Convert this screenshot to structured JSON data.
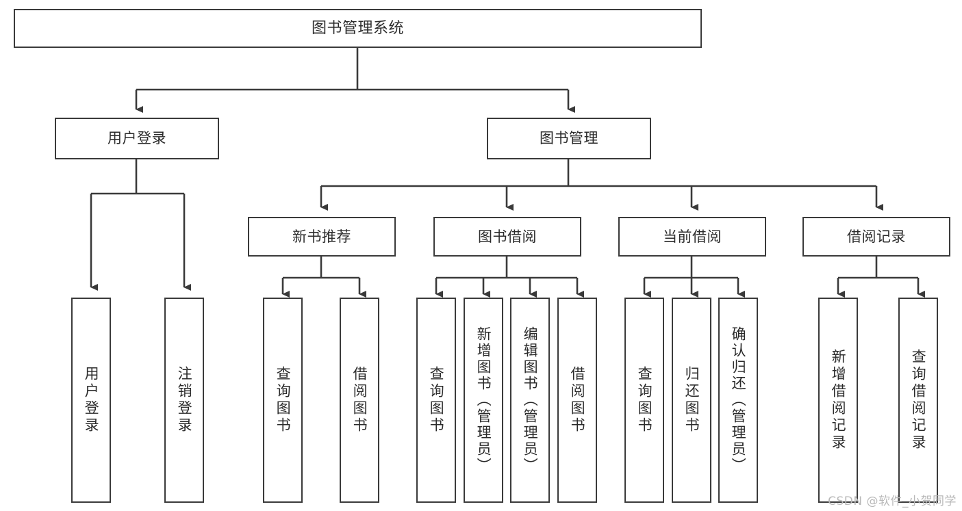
{
  "diagram": {
    "title_node": {
      "label": "图书管理系统"
    },
    "level2": [
      {
        "id": "user-login",
        "label": "用户登录"
      },
      {
        "id": "book-management",
        "label": "图书管理"
      }
    ],
    "level3": [
      {
        "id": "new-book-recommend",
        "label": "新书推荐"
      },
      {
        "id": "book-borrow",
        "label": "图书借阅"
      },
      {
        "id": "current-borrow",
        "label": "当前借阅"
      },
      {
        "id": "borrow-record",
        "label": "借阅记录"
      }
    ],
    "leaves": [
      {
        "id": "leaf-user-login",
        "label": "用户登录",
        "parent": "user-login"
      },
      {
        "id": "leaf-logout-login",
        "label": "注销登录",
        "parent": "user-login"
      },
      {
        "id": "leaf-query-book-1",
        "label": "查询图书",
        "parent": "new-book-recommend"
      },
      {
        "id": "leaf-borrow-book-1",
        "label": "借阅图书",
        "parent": "new-book-recommend"
      },
      {
        "id": "leaf-query-book-2",
        "label": "查询图书",
        "parent": "book-borrow"
      },
      {
        "id": "leaf-add-book-admin",
        "label": "新增图书（管理员）",
        "parent": "book-borrow"
      },
      {
        "id": "leaf-edit-book-admin",
        "label": "编辑图书（管理员）",
        "parent": "book-borrow"
      },
      {
        "id": "leaf-borrow-book-2",
        "label": "借阅图书",
        "parent": "book-borrow"
      },
      {
        "id": "leaf-query-book-3",
        "label": "查询图书",
        "parent": "current-borrow"
      },
      {
        "id": "leaf-return-book",
        "label": "归还图书",
        "parent": "current-borrow"
      },
      {
        "id": "leaf-confirm-return-admin",
        "label": "确认归还（管理员）",
        "parent": "current-borrow"
      },
      {
        "id": "leaf-add-borrow-record",
        "label": "新增借阅记录",
        "parent": "borrow-record"
      },
      {
        "id": "leaf-query-borrow-record",
        "label": "查询借阅记录",
        "parent": "borrow-record"
      }
    ],
    "colors": {
      "stroke": "#3a3a3a",
      "box_fill": "#ffffff",
      "text": "#2b2b2b",
      "watermark": "#b8b8b8"
    }
  },
  "watermark": {
    "text": "CSDN @软件_小贺同学"
  }
}
